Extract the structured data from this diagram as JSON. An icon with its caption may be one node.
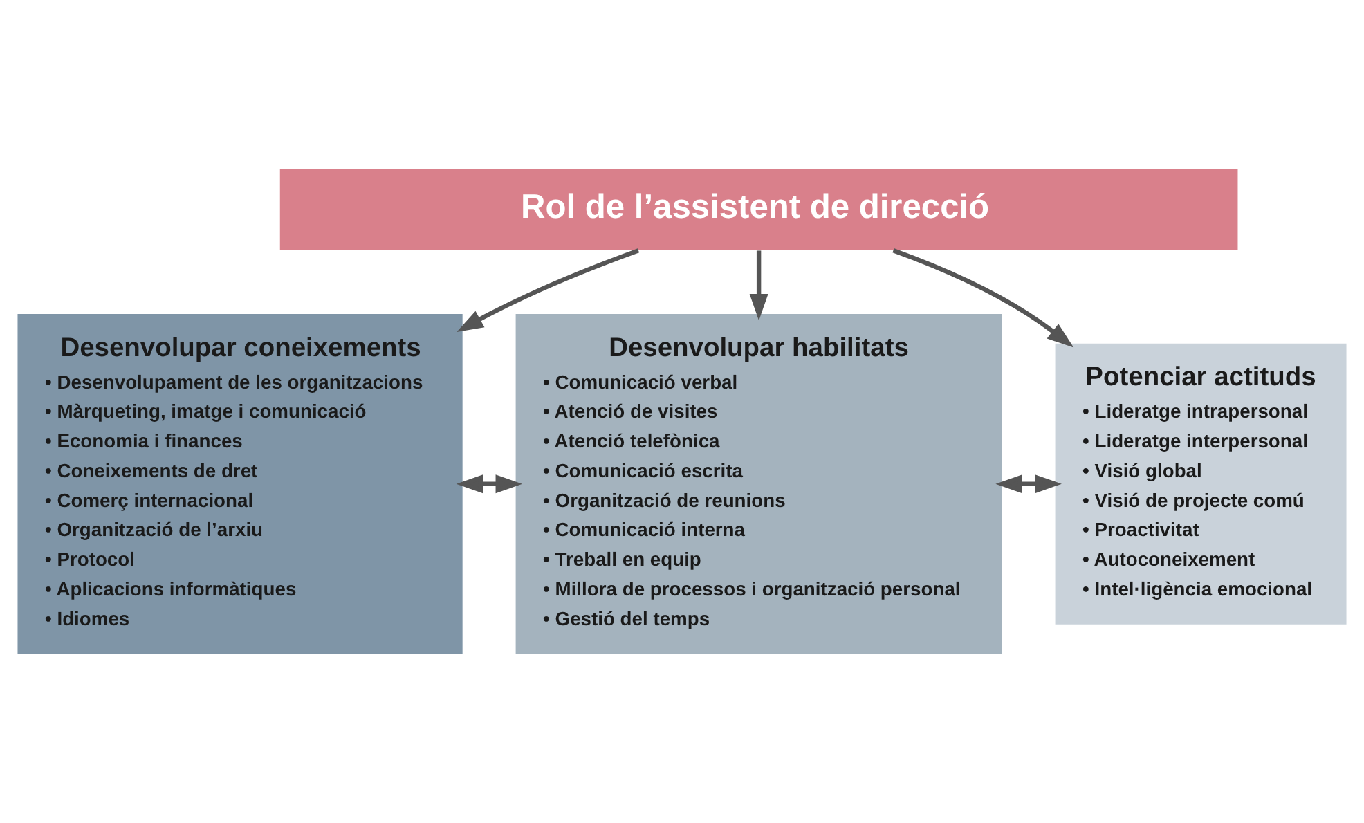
{
  "diagram": {
    "nodes": [
      {
        "text": [
          "Rol de l’assistent de direcció"
        ]
      },
      {
        "text": [
          "Desenvolupar coneixements",
          "• Desenvolupament de les organitzacions",
          "• Màrqueting, imatge i comunicació",
          "• Economia i finances",
          "• Coneixements de dret",
          "• Comerç internacional",
          "• Organització de l’arxiu",
          "• Protocol",
          "• Aplicacions informàtiques",
          "• Idiomes"
        ]
      },
      {
        "text": [
          "Desenvolupar habilitats",
          "• Comunicació verbal",
          "• Atenció de visites",
          "• Atenció telefònica",
          "• Comunicació escrita",
          "• Organització de reunions",
          "• Comunicació interna",
          "• Treball en equip",
          "• Millora de processos i organització personal",
          "• Gestió del temps"
        ]
      },
      {
        "text": [
          "Potenciar actituds",
          "• Lideratge intrapersonal",
          "• Lideratge interpersonal",
          "• Visió global",
          "• Visió de projecte comú",
          "• Proactivitat",
          "• Autoconeixement",
          "• Intel·ligència emocional"
        ]
      }
    ],
    "edges": [
      {
        "from": 0,
        "to": 1,
        "arrow": "to"
      },
      {
        "from": 0,
        "to": 2,
        "arrow": "to"
      },
      {
        "from": 0,
        "to": 3,
        "arrow": "to"
      },
      {
        "from": 1,
        "to": 2,
        "arrow": "both"
      },
      {
        "from": 2,
        "to": 3,
        "arrow": "both"
      }
    ]
  }
}
